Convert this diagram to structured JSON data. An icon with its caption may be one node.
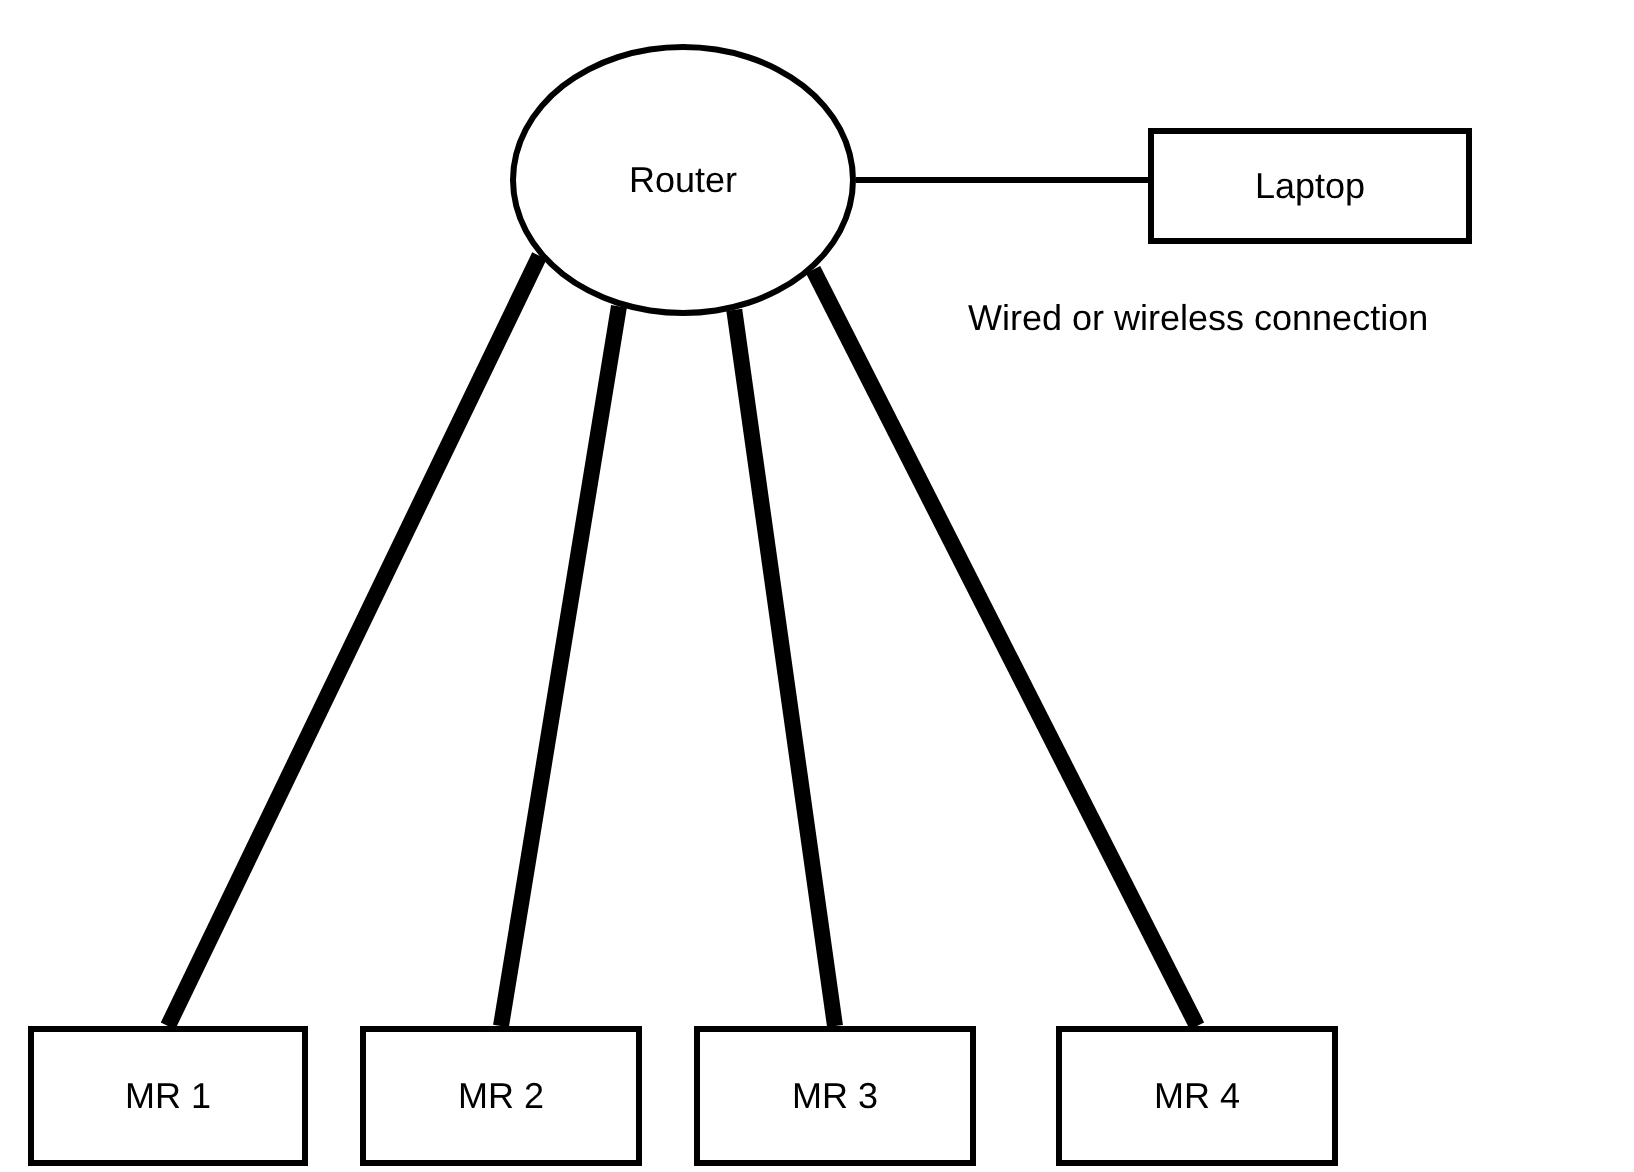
{
  "diagram": {
    "nodes": [
      {
        "text": [
          "Router"
        ]
      },
      {
        "text": [
          "Laptop"
        ]
      },
      {
        "text": [
          "MR 1"
        ]
      },
      {
        "text": [
          "MR 2"
        ]
      },
      {
        "text": [
          "MR 3"
        ]
      },
      {
        "text": [
          "MR 4"
        ]
      }
    ],
    "edges": [
      {
        "from": 0,
        "to": 1,
        "arrow": "none"
      },
      {
        "from": 0,
        "to": 2,
        "arrow": "none"
      },
      {
        "from": 0,
        "to": 3,
        "arrow": "none"
      },
      {
        "from": 0,
        "to": 4,
        "arrow": "none"
      },
      {
        "from": 0,
        "to": 5,
        "arrow": "none"
      }
    ],
    "labels": [
      "Wired or wireless connection"
    ]
  }
}
